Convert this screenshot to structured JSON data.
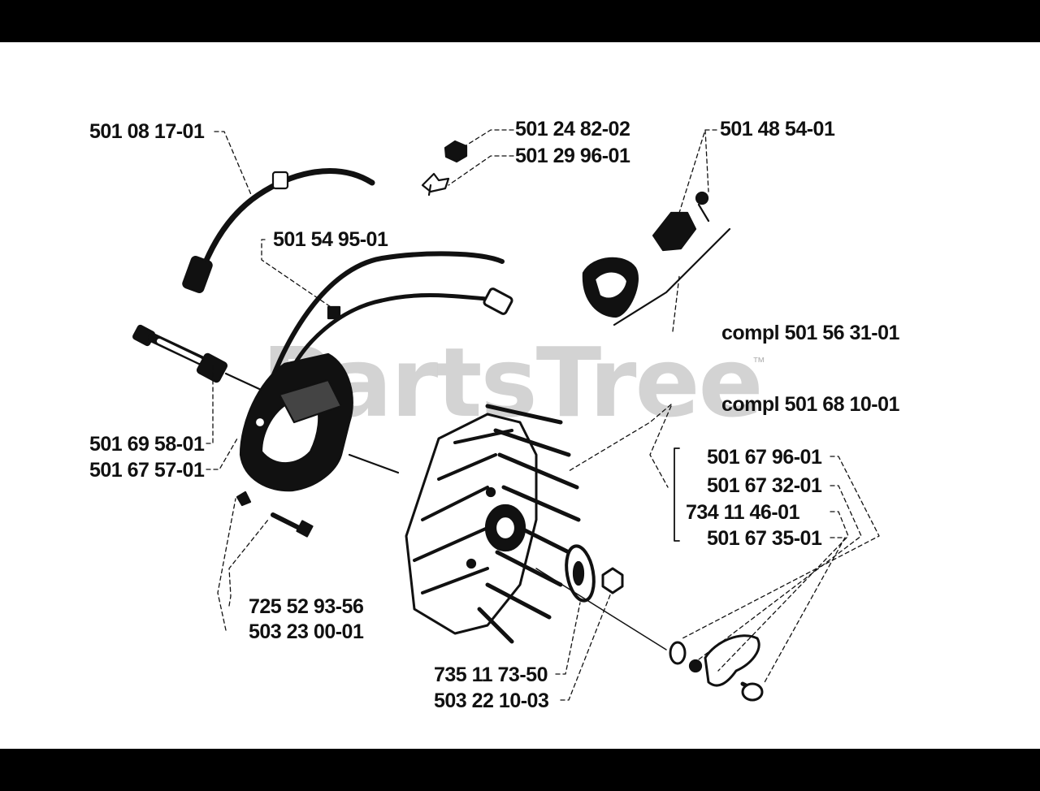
{
  "watermark": {
    "text": "PartsTree",
    "trademark": "™"
  },
  "labels": {
    "boot_wire": "501 08 17-01",
    "nut": "501 24 82-02",
    "clip": "501 29 96-01",
    "switch_terminal": "501 48 54-01",
    "cable_clamp": "501 54 95-01",
    "switch_assembly": "compl 501 56 31-01",
    "spark_plug": "501 69 58-01",
    "ignition_module": "501 67 57-01",
    "screw": "725 52 93-56",
    "washer": "503 23 00-01",
    "flywheel_assembly": "compl 501 68 10-01",
    "pawl": "501 67 96-01",
    "spring": "501 67 32-01",
    "pawl_washer": "734 11 46-01",
    "pawl_screw": "501 67 35-01",
    "flywheel_washer": "735 11 73-50",
    "flywheel_nut": "503 22 10-03"
  }
}
